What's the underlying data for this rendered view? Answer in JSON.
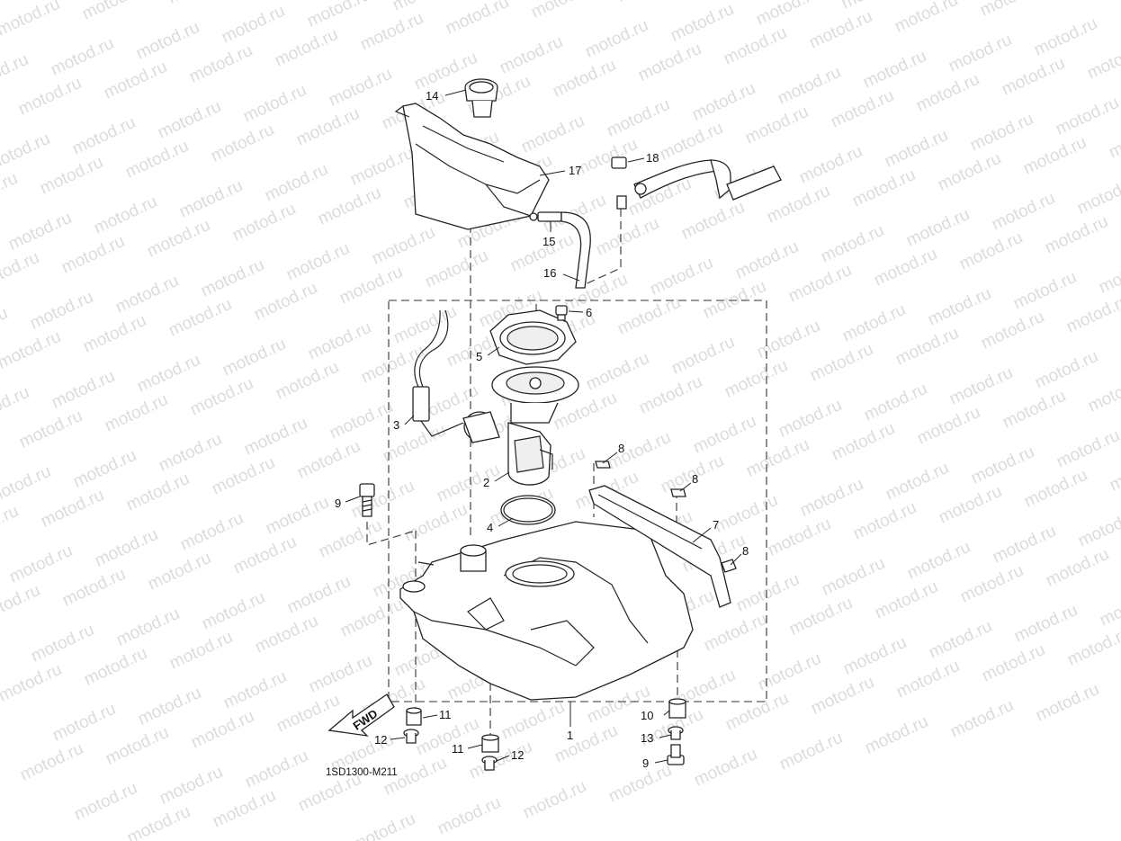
{
  "watermark": {
    "text": "motod.ru"
  },
  "diagram": {
    "code": "1SD1300-M211",
    "fwd_label": "FWD",
    "callouts": [
      {
        "id": "c1",
        "text": "1"
      },
      {
        "id": "c2",
        "text": "2"
      },
      {
        "id": "c3",
        "text": "3"
      },
      {
        "id": "c4",
        "text": "4"
      },
      {
        "id": "c5",
        "text": "5"
      },
      {
        "id": "c6",
        "text": "6"
      },
      {
        "id": "c7",
        "text": "7"
      },
      {
        "id": "c8a",
        "text": "8"
      },
      {
        "id": "c8b",
        "text": "8"
      },
      {
        "id": "c8c",
        "text": "8"
      },
      {
        "id": "c9a",
        "text": "9"
      },
      {
        "id": "c9b",
        "text": "9"
      },
      {
        "id": "c10",
        "text": "10"
      },
      {
        "id": "c11a",
        "text": "11"
      },
      {
        "id": "c11b",
        "text": "11"
      },
      {
        "id": "c12a",
        "text": "12"
      },
      {
        "id": "c12b",
        "text": "12"
      },
      {
        "id": "c13",
        "text": "13"
      },
      {
        "id": "c14",
        "text": "14"
      },
      {
        "id": "c15",
        "text": "15"
      },
      {
        "id": "c16",
        "text": "16"
      },
      {
        "id": "c17",
        "text": "17"
      },
      {
        "id": "c18",
        "text": "18"
      }
    ]
  }
}
